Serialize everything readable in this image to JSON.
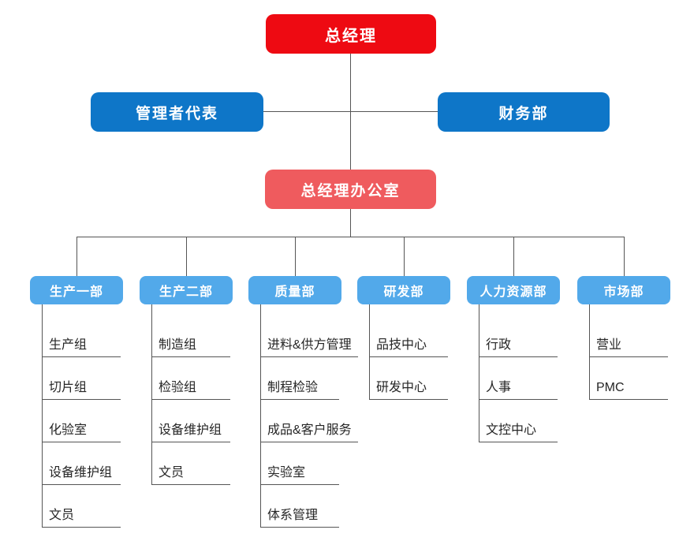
{
  "org": {
    "root": {
      "label": "总经理"
    },
    "staff_left": {
      "label": "管理者代表"
    },
    "staff_right": {
      "label": "财务部"
    },
    "office": {
      "label": "总经理办公室"
    },
    "departments": [
      {
        "label": "生产一部",
        "items": [
          "生产组",
          "切片组",
          "化验室",
          "设备维护组",
          "文员"
        ]
      },
      {
        "label": "生产二部",
        "items": [
          "制造组",
          "检验组",
          "设备维护组",
          "文员"
        ]
      },
      {
        "label": "质量部",
        "items": [
          "进料&供方管理",
          "制程检验",
          "成品&客户服务",
          "实验室",
          "体系管理"
        ]
      },
      {
        "label": "研发部",
        "items": [
          "品技中心",
          "研发中心"
        ]
      },
      {
        "label": "人力资源部",
        "items": [
          "行政",
          "人事",
          "文控中心"
        ]
      },
      {
        "label": "市场部",
        "items": [
          "营业",
          "PMC"
        ]
      }
    ],
    "colors": {
      "root_red": "#ee0a12",
      "staff_blue": "#0e76c8",
      "office_salmon": "#ef5b5e",
      "department_blue": "#52a9ea",
      "line_gray": "#555555",
      "sub_item_text": "#262626",
      "background": "#ffffff"
    }
  }
}
